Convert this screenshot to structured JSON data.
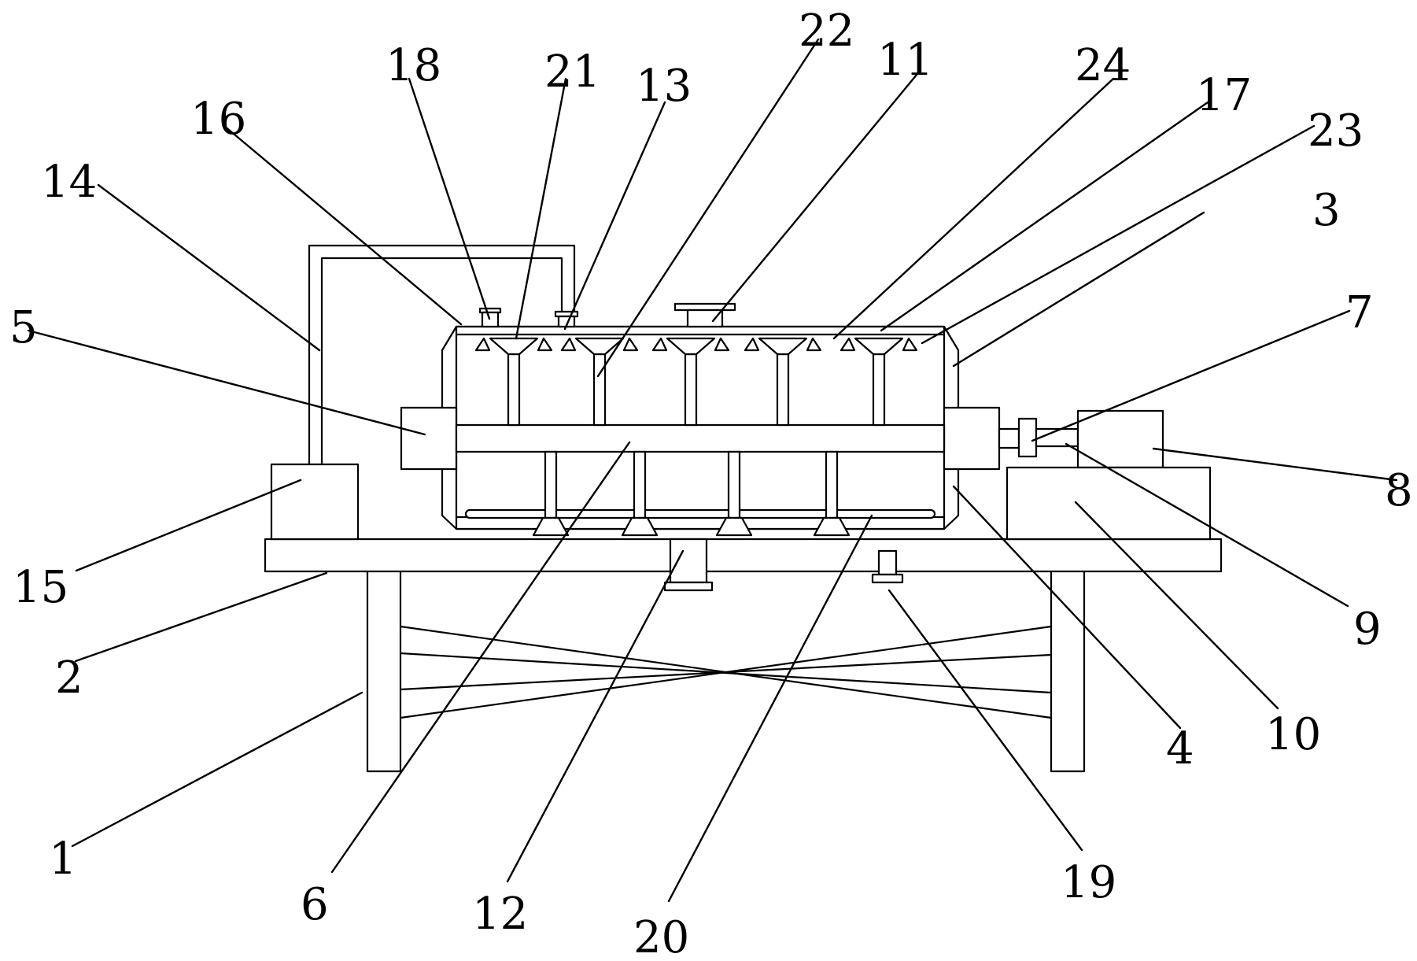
{
  "callouts": [
    {
      "id": "c1",
      "text": "1"
    },
    {
      "id": "c2",
      "text": "2"
    },
    {
      "id": "c3",
      "text": "3"
    },
    {
      "id": "c4",
      "text": "4"
    },
    {
      "id": "c5",
      "text": "5"
    },
    {
      "id": "c6",
      "text": "6"
    },
    {
      "id": "c7",
      "text": "7"
    },
    {
      "id": "c8",
      "text": "8"
    },
    {
      "id": "c9",
      "text": "9"
    },
    {
      "id": "c10",
      "text": "10"
    },
    {
      "id": "c11",
      "text": "11"
    },
    {
      "id": "c12",
      "text": "12"
    },
    {
      "id": "c13",
      "text": "13"
    },
    {
      "id": "c14",
      "text": "14"
    },
    {
      "id": "c15",
      "text": "15"
    },
    {
      "id": "c16",
      "text": "16"
    },
    {
      "id": "c17",
      "text": "17"
    },
    {
      "id": "c18",
      "text": "18"
    },
    {
      "id": "c19",
      "text": "19"
    },
    {
      "id": "c20",
      "text": "20"
    },
    {
      "id": "c21",
      "text": "21"
    },
    {
      "id": "c22",
      "text": "22"
    },
    {
      "id": "c23",
      "text": "23"
    },
    {
      "id": "c24",
      "text": "24"
    }
  ],
  "colors": {
    "line": "#000000",
    "background": "#ffffff"
  }
}
